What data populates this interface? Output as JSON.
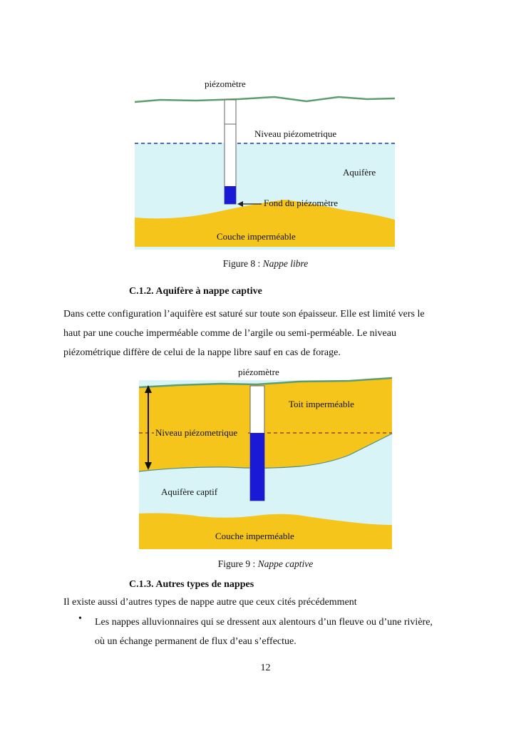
{
  "figure8": {
    "label_piezometre": "piézomètre",
    "label_niveau": "Niveau piézometrique",
    "label_aquifere": "Aquifère",
    "label_fond": "Fond du piézomètre",
    "label_couche": "Couche imperméable",
    "caption_prefix": "Figure 8 : ",
    "caption_title": "Nappe libre",
    "colors": {
      "water": "#d8f4f6",
      "clay": "#f5c51c",
      "ground": "#5e9e6e",
      "piezo_water": "#1a1ad6",
      "dashed": "#30309a"
    }
  },
  "section_c12": {
    "heading": "C.1.2. Aquifère à nappe captive",
    "paragraph_lines": [
      "Dans cette configuration l’aquifère est saturé sur toute son épaisseur. Elle est limité vers le",
      "haut par une couche imperméable comme de l’argile ou semi-perméable. Le niveau",
      "piézométrique diffère de celui de la nappe libre sauf en cas de forage."
    ]
  },
  "figure9": {
    "label_piezometre": "piézomètre",
    "label_toit": "Toit imperméable",
    "label_niveau": "Niveau piézometrique",
    "label_aquifere": "Aquifère captif",
    "label_couche": "Couche imperméable",
    "caption_prefix": "Figure 9 : ",
    "caption_title": "Nappe captive"
  },
  "section_c13": {
    "heading": "C.1.3. Autres types de nappes",
    "intro": "Il existe aussi d’autres types de nappe autre que ceux cités précédemment",
    "bullets": [
      {
        "line1": "Les nappes alluvionnaires qui se dressent aux alentours d’un fleuve ou d’une rivière,",
        "line2": "où un échange permanent de flux d’eau s’effectue."
      }
    ]
  },
  "page_number": "12"
}
